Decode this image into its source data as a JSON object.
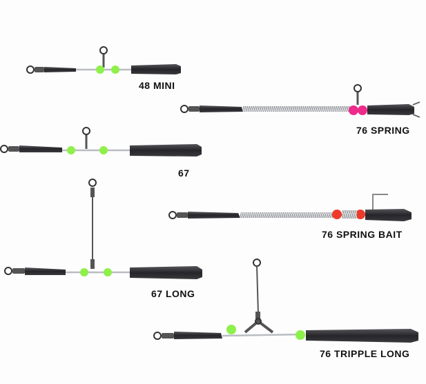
{
  "products": [
    {
      "label": "48 MINI"
    },
    {
      "label": "76 SPRING"
    },
    {
      "label": "67"
    },
    {
      "label": "76 SPRING BAIT"
    },
    {
      "label": "67 LONG"
    },
    {
      "label": "76 TRIPPLE LONG"
    }
  ],
  "colors": {
    "tube": "#2b2b2e",
    "green_bead": "#8ef04a",
    "pink_bead": "#ee2a8a",
    "red_bead": "#ee3a2a",
    "wire": "#b9bcc0"
  }
}
